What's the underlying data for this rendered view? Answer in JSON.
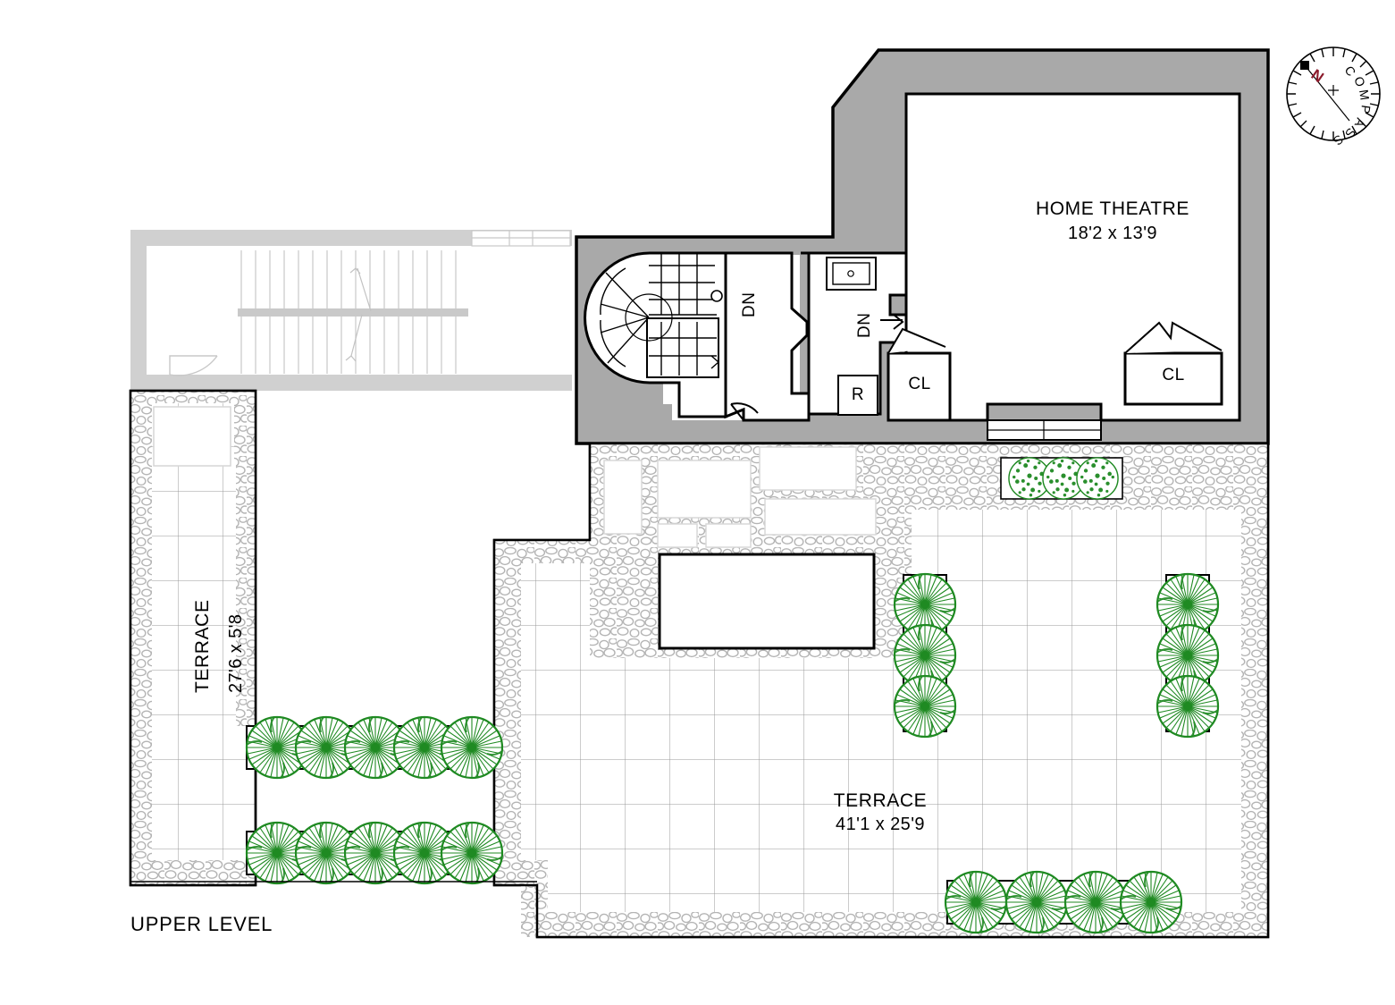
{
  "plan": {
    "level_label": "UPPER LEVEL",
    "compass": {
      "label": "COMPASS",
      "north": "N"
    },
    "rooms": [
      {
        "id": "home_theatre",
        "name": "HOME THEATRE",
        "dimensions": "18'2 x 13'9"
      },
      {
        "id": "terrace_left",
        "name": "TERRACE",
        "dimensions": "27'6 x 5'8"
      },
      {
        "id": "terrace_main",
        "name": "TERRACE",
        "dimensions": "41'1 x 25'9"
      }
    ],
    "annotations": [
      {
        "id": "dn_stair",
        "text": "DN"
      },
      {
        "id": "dn_hall",
        "text": "DN"
      },
      {
        "id": "closet_left",
        "text": "CL"
      },
      {
        "id": "closet_right",
        "text": "CL"
      },
      {
        "id": "refrigerator",
        "text": "R"
      }
    ],
    "colors": {
      "wall_fill": "#a9a9a9",
      "wall_stroke": "#000000",
      "ghost_wall": "#d0d0d0",
      "ghost_line": "#cfcfcf",
      "paving_grid": "#9a9a9a",
      "gravel": "#b4b4b4",
      "planting_green": "#1f8a22",
      "north_red": "#8b1a2b",
      "background": "#ffffff"
    }
  }
}
